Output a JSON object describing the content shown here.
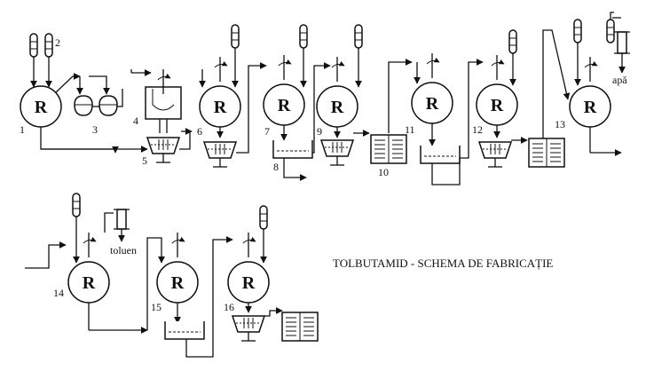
{
  "diagram": {
    "title": "TOLBUTAMID - SCHEMA DE FABRICAȚIE",
    "reactor_symbol": "R",
    "labels": {
      "water": "apă",
      "toluene": "toluen"
    },
    "equipment_numbers": [
      "1",
      "2",
      "3",
      "4",
      "5",
      "6",
      "7",
      "8",
      "9",
      "10",
      "11",
      "12",
      "13",
      "14",
      "15",
      "16"
    ]
  }
}
